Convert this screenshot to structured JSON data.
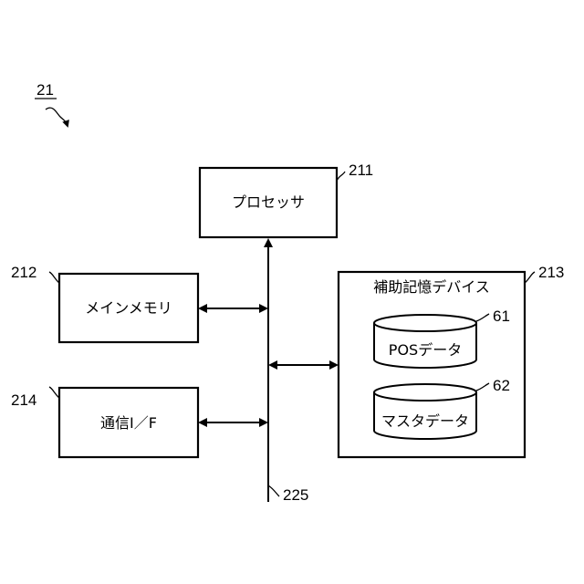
{
  "figure": {
    "ref": "21"
  },
  "processor": {
    "label": "プロセッサ",
    "ref": "211"
  },
  "main_memory": {
    "label": "メインメモリ",
    "ref": "212"
  },
  "auxiliary_storage": {
    "label": "補助記憶デバイス",
    "ref": "213",
    "databases": [
      {
        "label": "POSデータ",
        "ref": "61"
      },
      {
        "label": "マスタデータ",
        "ref": "62"
      }
    ]
  },
  "comm_interface": {
    "label": "通信I／F",
    "ref": "214"
  },
  "bus": {
    "ref": "225"
  }
}
